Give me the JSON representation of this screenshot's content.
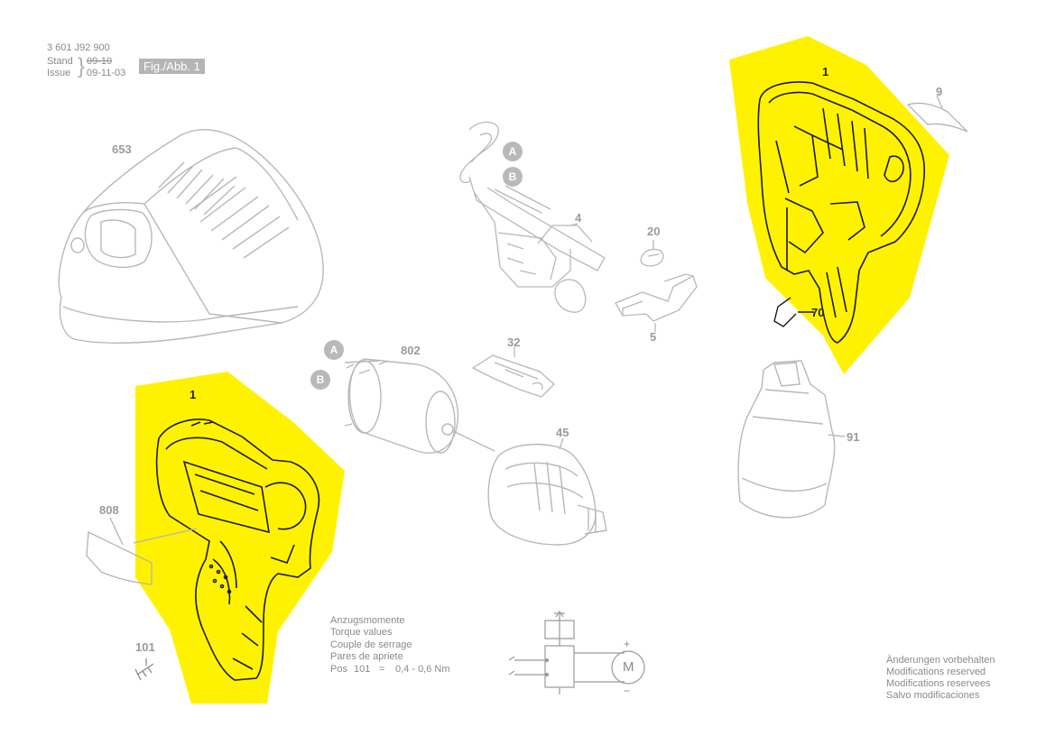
{
  "header": {
    "doc_number": "3 601 J92 900",
    "stand_label": "Stand",
    "stand_value": "09-10",
    "issue_label": "Issue",
    "issue_value": "09-11-03",
    "figure_label": "Fig./Abb. 1"
  },
  "parts": {
    "p653": "653",
    "p1_top": "1",
    "p9": "9",
    "p4": "4",
    "p20": "20",
    "p5": "5",
    "p70": "70",
    "p802": "802",
    "p32": "32",
    "p45": "45",
    "p91": "91",
    "p1_bottom": "1",
    "p808": "808",
    "p101": "101"
  },
  "markers": {
    "a_upper": "A",
    "b_upper": "B",
    "a_lower": "A",
    "b_lower": "B"
  },
  "torque_note": {
    "lines": [
      "Anzugsmomente",
      "Torque values",
      "Couple de serrage",
      "Pares de apriete"
    ],
    "pos_label": "Pos",
    "pos_number": "101",
    "equals": "=",
    "range": "0,4 - 0,6 Nm"
  },
  "modifications_note": {
    "lines": [
      "Änderungen vorbehalten",
      "Modifications reserved",
      "Modifications reservees",
      "Salvo modificaciones"
    ]
  },
  "circuit": {
    "motor_symbol": "M",
    "plus": "+",
    "minus": "−"
  },
  "colors": {
    "highlight": "#fff200",
    "line_grey": "#b4b4b4",
    "line_dark": "#1a1a1a"
  }
}
